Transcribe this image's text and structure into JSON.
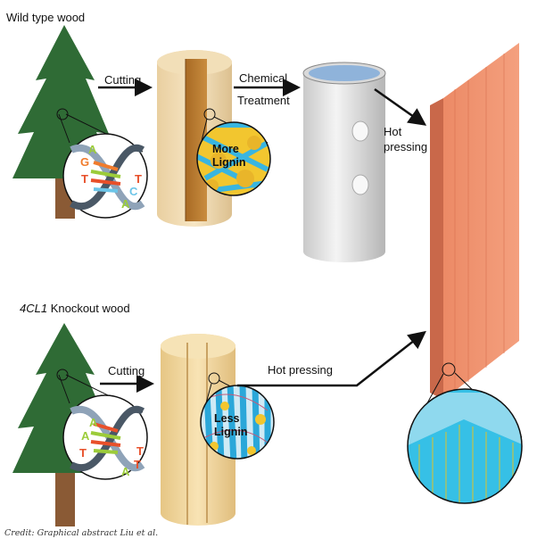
{
  "top_row": {
    "title": "Wild type wood",
    "step1": "Cutting",
    "step2_line1": "Chemical",
    "step2_line2": "Treatment",
    "step3_line1": "Hot",
    "step3_line2": "pressing",
    "lignin_line1": "More",
    "lignin_line2": "Lignin",
    "dna_bases": [
      "A",
      "G",
      "T",
      "T",
      "C",
      "A"
    ]
  },
  "bottom_row": {
    "title_italic": "4CL1",
    "title_rest": " Knockout wood",
    "step1": "Cutting",
    "step2": "Hot pressing",
    "lignin_line1": "Less",
    "lignin_line2": "Lignin",
    "dna_bases": [
      "A",
      "A",
      "T",
      "T",
      "T",
      "A"
    ]
  },
  "credit": "Credit: Graphical abstract Liu et al.",
  "colors": {
    "board": "#e8825f",
    "fiber": "#39b5e0",
    "lignin": "#f2c62f",
    "wood_light": "#f0d9a8",
    "wood_dark": "#b97a2e",
    "tree": "#2f6b35",
    "trunk": "#8a5a35"
  }
}
